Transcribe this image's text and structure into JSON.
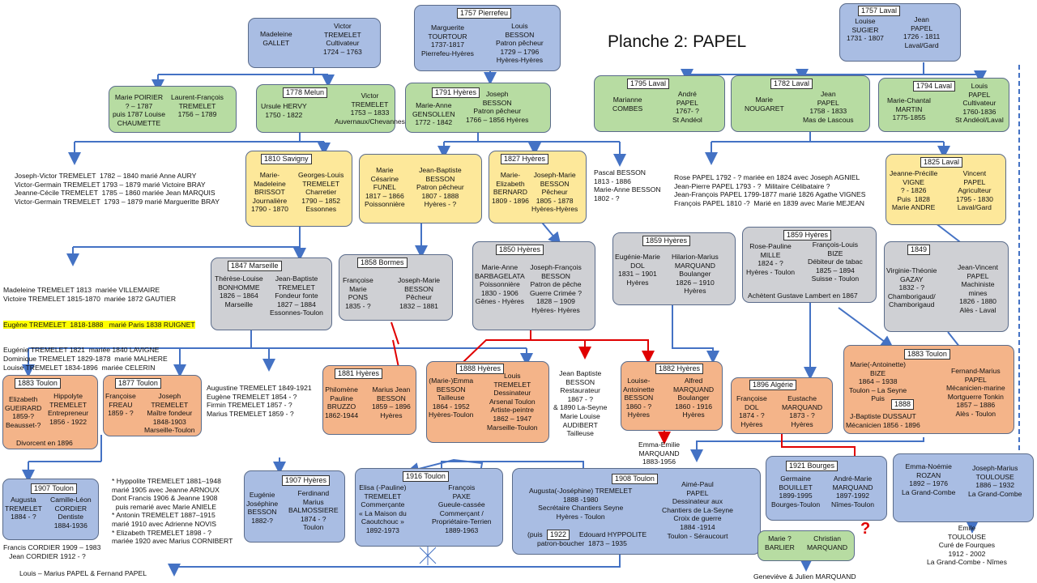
{
  "title": "Planche 2:  PAPEL",
  "boxes": {
    "gallet_tremelet": {
      "a": "Madeleine\nGALLET",
      "b": "Victor\nTREMELET\nCultivateur\n1724 – 1763"
    },
    "tourtour_besson": {
      "tag": "1757 Pierrefeu",
      "a": "Marguerite\nTOURTOUR\n1737-1817\nPierrefeu-Hyères",
      "b": "Louis\nBESSON\nPatron pêcheur\n1729 – 1796\nHyères-Hyères"
    },
    "sugier_papel": {
      "tag": "1757 Laval",
      "a": "Louise\nSUGIER\n1731 - 1807",
      "b": "Jean\nPAPEL\n1726 - 1811\nLaval/Gard"
    },
    "poirier_tremelet": {
      "a": "Marie POIRIER\n? – 1787\npuis 1787 Louise\nCHAUMETTE",
      "b": "Laurent-François\nTREMELET\n1756 – 1789"
    },
    "hervy_tremelet": {
      "tag": "1778 Melun",
      "a": "Ursule HERVY\n1750 - 1822",
      "b": "Victor\nTREMELET\n1753 – 1833\nAuvernaux/Chevannes"
    },
    "gensollen_besson": {
      "tag": "1791 Hyères",
      "a": "Marie-Anne\nGENSOLLEN\n1772 - 1842",
      "b": "Joseph\nBESSON\nPatron pêcheur\n1766 – 1856 Hyères"
    },
    "combes_papel": {
      "tag": "1795 Laval",
      "a": "Marianne\nCOMBES",
      "b": "André\nPAPEL\n1767- ?\nSt Andéol"
    },
    "nougaret_papel": {
      "tag": "1782 Laval",
      "a": "Marie\nNOUGARET",
      "b": "Jean\nPAPEL\n1758 - 1833\nMas de Lascous"
    },
    "martin_papel": {
      "tag": "1794 Laval",
      "a": "Marie-Chantal\nMARTIN\n1775-1855",
      "b": "Louis\nPAPEL\nCultivateur\n1760-1836\nSt Andéol/Laval"
    },
    "brissot_tremelet": {
      "tag": "1810 Savigny",
      "a": "Marie-\nMadeleine\nBRISSOT\nJournalière\n1790 - 1870",
      "b": "Georges-Louis\nTREMELET\nCharretier\n1790 – 1852\nEssonnes"
    },
    "funel_besson": {
      "a": "Marie\nCésarine\nFUNEL\n1817 – 1866\nPoissonnière",
      "b": "Jean-Baptiste\nBESSON\nPatron pêcheur\n1807 - 1888\nHyères - ?"
    },
    "bernard_besson": {
      "tag": "1827 Hyères",
      "a": "Marie-\nElizabeth\nBERNARD\n1809 - 1896",
      "b": "Joseph-Marie\nBESSON\nPêcheur\n1805 - 1878\nHyères-Hyères"
    },
    "vigne_papel": {
      "tag": "1825 Laval",
      "a": "Jeanne-Précille\nVIGNE\n? - 1826\nPuis  1828\nMarie ANDRE",
      "b": "Vincent\nPAPEL\nAgriculteur\n1795 - 1830\nLaval/Gard"
    },
    "bonhomme_tremelet": {
      "tag": "1847 Marseille",
      "a": "Thérèse-Louise\nBONHOMME\n1826 – 1864\nMarseille",
      "b": "Jean-Baptiste\nTREMELET\nFondeur fonte\n1827 – 1884\nEssonnes-Toulon"
    },
    "pons_besson": {
      "tag": "1858 Bormes",
      "a": "Françoise\nMarie\nPONS\n1835 - ?",
      "b": "Joseph-Marie\nBESSON\nPêcheur\n1832 – 1881"
    },
    "barbagelata_besson": {
      "tag": "1850 Hyères",
      "a": "Marie-Anne\nBARBAGELATA\nPoissonnière\n1830 - 1906\nGênes - Hyères",
      "b": "Joseph-François\nBESSON\nPatron de pêche\nGuerre Crimée ?\n1828 – 1909\nHyères- Hyères"
    },
    "dol_marquand": {
      "tag": "1859 Hyères",
      "a": "Eugénie-Marie\nDOL\n1831 – 1901\nHyères",
      "b": "Hilarion-Marius\nMARQUAND\nBoulanger\n1826 – 1910\nHyères"
    },
    "mille_bize": {
      "tag": "1859 Hyères",
      "a": "Rose-Pauline\nMILLE\n1824 - ?\nHyères - Toulon",
      "b": "François-Louis\nBIZE\nDébiteur de tabac\n1825 – 1894\nSuisse - Toulon",
      "c": "Achètent Gustave Lambert en 1867"
    },
    "gazay_papel": {
      "tag": "1849",
      "a": "Virginie-Théonie\nGAZAY\n1832 - ?\nChamborigaud/\nChamborigaud",
      "b": "Jean-Vincent\nPAPEL\nMachiniste\nmines\n1826 - 1880\nAlès - Laval"
    },
    "gueirard_tremelet": {
      "tag": "1883 Toulon",
      "a": "Elizabeth\nGUEIRARD\n1859-?\nBeausset-?",
      "b": "Hippolyte\nTREMELET\nEntrepreneur\n1856 - 1922",
      "c": "Divorcent en 1896"
    },
    "freau_tremelet": {
      "tag": "1877 Toulon",
      "a": "Françoise\nFREAU\n1859 - ?",
      "b": "Joseph\nTREMELET\nMaître fondeur\n1848-1903\nMarseille-Toulon"
    },
    "bruzzo_besson": {
      "tag": "1881 Hyères",
      "a": "Philomène\nPauline\nBRUZZO\n1862-1944",
      "b": "Marius Jean\nBESSON\n1859 – 1896\nHyères"
    },
    "besson_tremelet": {
      "tag": "1888 Hyères",
      "a": "(Marie-)Emma\nBESSON\nTailleuse\n1864 - 1952\nHyères-Toulon",
      "b": "Louis\nTREMELET\nDessinateur\nArsenal Toulon\nArtiste-peintre\n1862 – 1947\nMarseille-Toulon"
    },
    "besson_marquand": {
      "tag": "1882 Hyères",
      "a": "Louise-\nAntoinette\nBESSON\n1860 - ?\nHyères",
      "b": "Alfred\nMARQUAND\nBoulanger\n1860 - 1916\nHyères"
    },
    "dol_marquand2": {
      "tag": "1896 Algérie",
      "a": "Françoise\nDOL\n1874 - ?\nHyères",
      "b": "Eustache\nMARQUAND\n1873 - ?\nHyères"
    },
    "bize_papel": {
      "tag": "1883 Toulon",
      "a": "Marie(-Antoinette)\nBIZE\n1864 – 1938\nToulon – La Seyne\nPuis",
      "tag2": "1888",
      "c": "J-Baptiste DUSSAUT\nMécanicien 1856 - 1896",
      "b": "Fernand-Marius\nPAPEL\nMécanicien-marine\nMortguerre Tonkin\n1857 – 1886\nAlès - Toulon"
    },
    "tremelet_cordier": {
      "tag": "1907 Toulon",
      "a": "Augusta\nTREMELET\n1884 - ?",
      "b": "Camille-Léon\nCORDIER\nDentiste\n1884-1936"
    },
    "besson_balmossiere": {
      "tag": "1907 Hyères",
      "a": "Eugénie\nJoséphine\nBESSON\n1882-?",
      "b": "Ferdinand\nMarius\nBALMOSSIERE\n1874 - ?\nToulon"
    },
    "tremelet_paxe": {
      "tag": "1916 Toulon",
      "a": "Elisa (-Pauline)\nTREMELET\nCommerçante\n« La Maison du\nCaoutchouc »\n1892-1973",
      "b": "François\nPAXE\nGueule-cassée\nCommerçant /\nPropriétaire-Terrien\n1889-1963"
    },
    "tremelet_papel": {
      "tag": "1908 Toulon",
      "a": "Augusta(-Joséphine) TREMELET\n1888 -1980\nSecrétaire Chantiers Seyne\nHyères - Toulon",
      "b": "Aimé-Paul\nPAPEL\nDessinateur aux\nChantiers de La-Seyne\nCroix de guerre\n1884 -1914\nToulon - Séraucourt",
      "c1": "(puis",
      "tag2": "1922",
      "c2": "Edouard HYPPOLITE",
      "c3": "patron-boucher  1873 – 1935"
    },
    "bouillet_marquand": {
      "tag": "1921 Bourges",
      "a": "Germaine\nBOUILLET\n1899-1995\nBourges-Toulon",
      "b": "André-Marie\nMARQUAND\n1897-1992\nNîmes-Toulon"
    },
    "rozan_toulouse": {
      "a": "Emma-Noémie\nROZAN\n1892 – 1976\nLa Grand-Combe",
      "b": "Joseph-Marius\nTOULOUSE\n1886 – 1932\nLa Grand-Combe"
    },
    "barlier_marquand": {
      "a": "Marie ?\nBARLIER",
      "b": "Christian\nMARQUAND"
    }
  },
  "texts": {
    "tremelet_siblings1": "Joseph-Victor TREMELET  1782 – 1840 marié Anne AURY\nVictor-Germain TREMELET 1793 – 1879 marié Victoire BRAY\nJeanne-Cécile TREMELET  1785 – 1860 mariée Jean MARQUIS\nVictor-Germain TREMELET  1793 – 1879 marié Margueritte BRAY",
    "besson_pascal": "Pascal BESSON\n1813 - 1886\nMarie-Anne BESSON\n1802 - ?",
    "papel_siblings": "Rose PAPEL 1792 - ? mariée en 1824 avec Joseph AGNIEL\nJean-Pierre PAPEL 1793 - ?  Militaire Célibataire ?\nJean-François PAPEL 1799-1877 marié 1826 Agathe VIGNES\nFrançois PAPEL 1810 -?  Marié en 1839 avec Marie MEJEAN",
    "tremelet_siblings2_a": "Madeleine TREMELET 1813  mariée VILLEMAIRE\nVictoire TREMELET 1815-1870  mariée 1872 GAUTIER",
    "tremelet_siblings2_hl": "Eugène TREMELET  1818-1888   marié Paris 1838 RUIGNET",
    "tremelet_siblings2_b": "Eugénie TREMELET 1821  mariée 1840 LAVIGNE\nDominique TREMELET 1829-1878  marié MALHERE\nLouise TREMELET 1834-1896  mariée CELERIN",
    "tremelet_siblings3": "Augustine TREMELET 1849-1921\nEugène TREMELET 1854 - ?\nFirmin TREMELET 1857 - ?\nMarius TREMELET 1859 - ?",
    "besson_jb": "Jean Baptiste\nBESSON\nRestaurateur\n1867 - ?\n& 1890 La-Seyne\nMarie Louise\nAUDIBERT\nTailleuse",
    "marquand_emma": "Emma-Emilie\nMARQUAND\n1883-1956",
    "tremelet_notes": "* Hyppolite TREMELET 1881–1948\nmarié 1905 avec Jeanne ARNOUX\nDont Francis 1906 & Jeanne 1908\n  puis remarié avec Marie ANIELE\n* Antonin TREMELET 1887–1915\nmarié 1910 avec Adrienne NOVIS\n* Elizabeth TREMELET 1898 - ?\nmariée 1920 avec Marius CORNIBERT",
    "cordier_children": "Francis CORDIER 1909 – 1983\n   Jean CORDIER 1912 - ?",
    "papel_children": "Louis – Marius PAPEL & Fernand PAPEL",
    "toulouse_emile": "Emile\nTOULOUSE\nCuré de Fourques\n1912 - 2002\nLa Grand-Combe - Nîmes",
    "marquand_children": "Geneviève & Julien MARQUAND",
    "question_mark": "?"
  },
  "colors": {
    "blue": "#a9bde3",
    "green": "#b7dca2",
    "yellow": "#fde89a",
    "gray": "#cfd0d4",
    "orange": "#f4b489",
    "line": "#4472c4",
    "red": "#e00000",
    "highlight": "#ffff00"
  }
}
